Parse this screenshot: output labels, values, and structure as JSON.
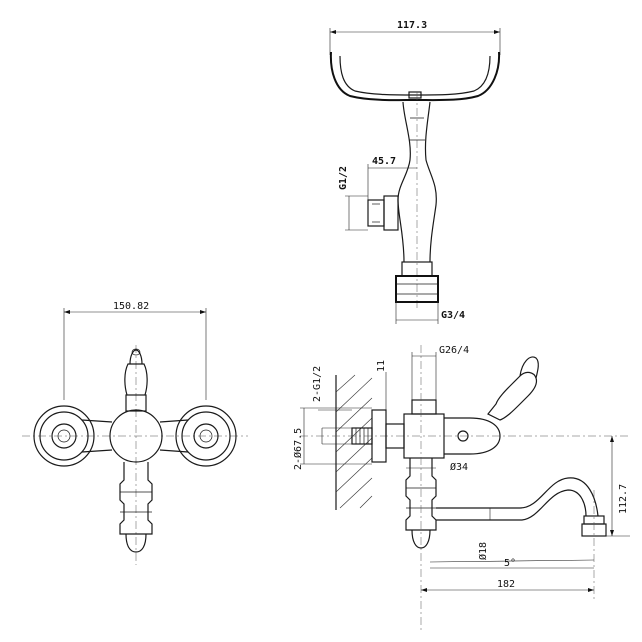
{
  "top_view": {
    "width_label": "117.3",
    "offset_label": "45.7",
    "inlet_label": "G1/2",
    "outlet_label": "G3/4"
  },
  "front_view": {
    "width_label": "150.82"
  },
  "side_view": {
    "thread_top_label": "G26/4",
    "thread_left_label": "2-G1/2",
    "height_small_label": "11",
    "diameter_left_label": "2-Ø67.5",
    "diameter_body_label": "Ø34",
    "spout_diameter_label": "Ø18",
    "spout_angle_label": "5°",
    "spout_length_label": "182",
    "spout_height_label": "112.7"
  }
}
